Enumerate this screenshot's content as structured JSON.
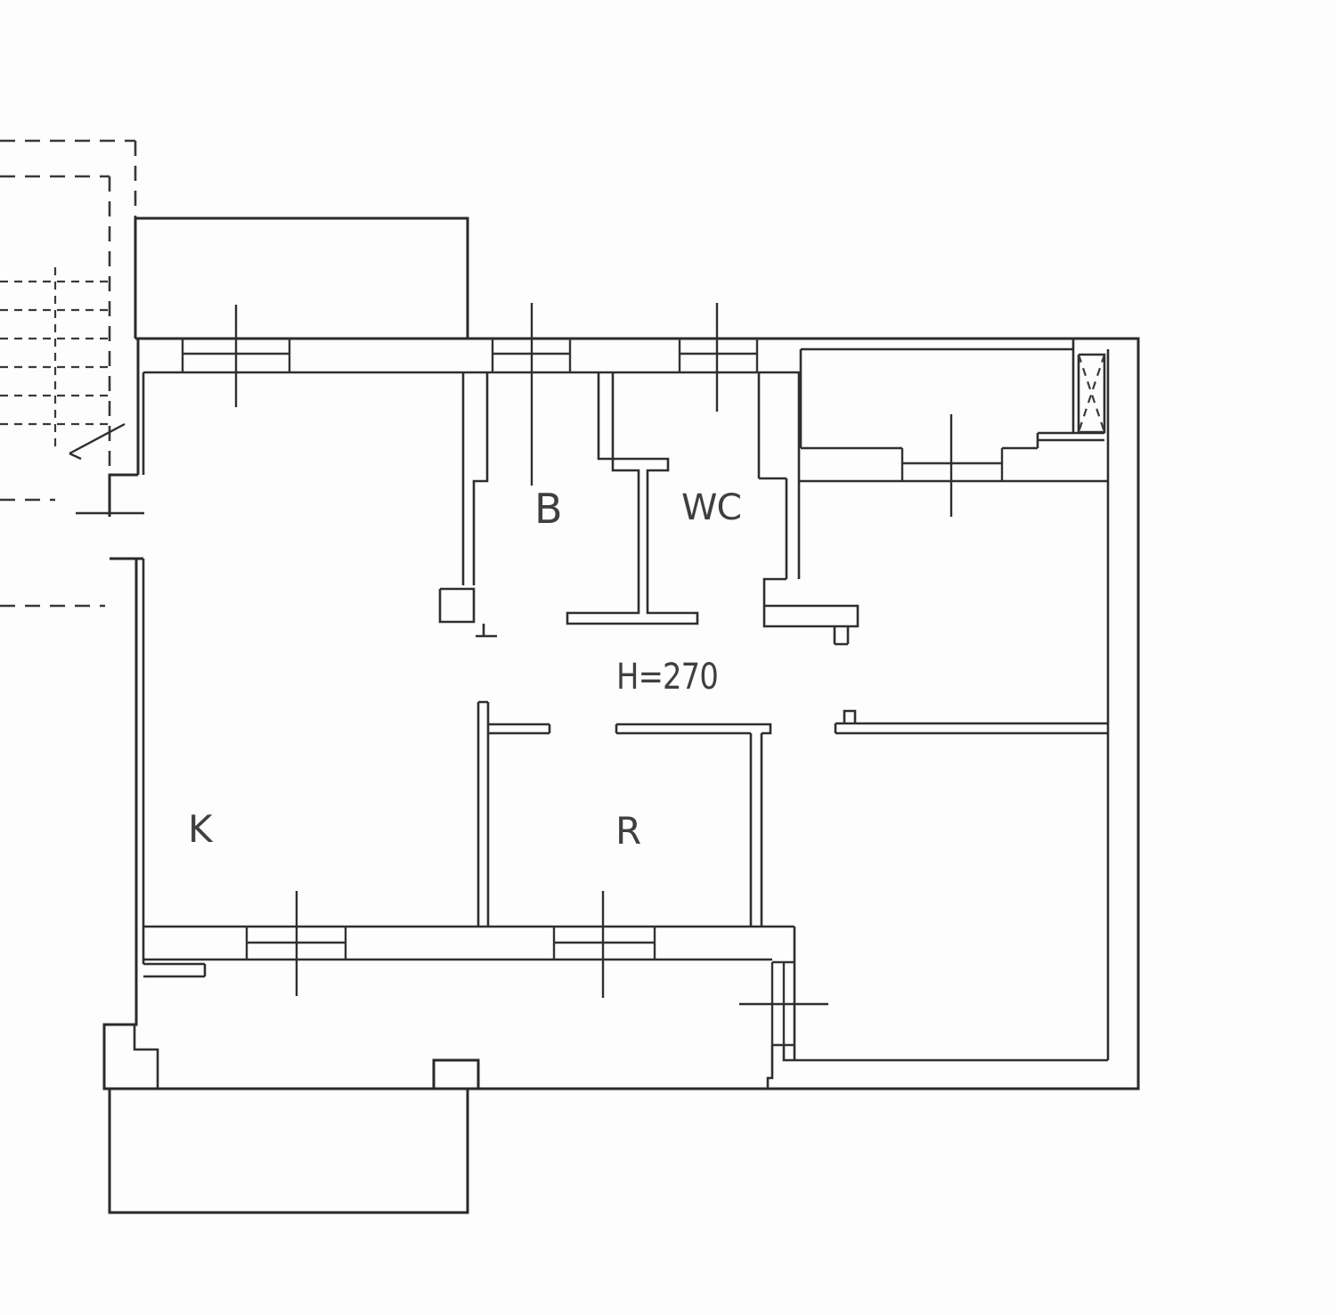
{
  "plan": {
    "room_labels": {
      "bathroom": "B",
      "wc": "WC",
      "kitchen": "K",
      "room": "R"
    },
    "annotations": {
      "ceiling_height": "H=270"
    },
    "colors": {
      "wall_line": "#2a2a2a",
      "text": "#3f3f3f",
      "background": "#fdfdfd"
    },
    "symbols": [
      "window-symbol",
      "door-opening-tick",
      "stair-dashed-outline",
      "stair-direction-arrow",
      "shaft-cross-icon"
    ]
  }
}
